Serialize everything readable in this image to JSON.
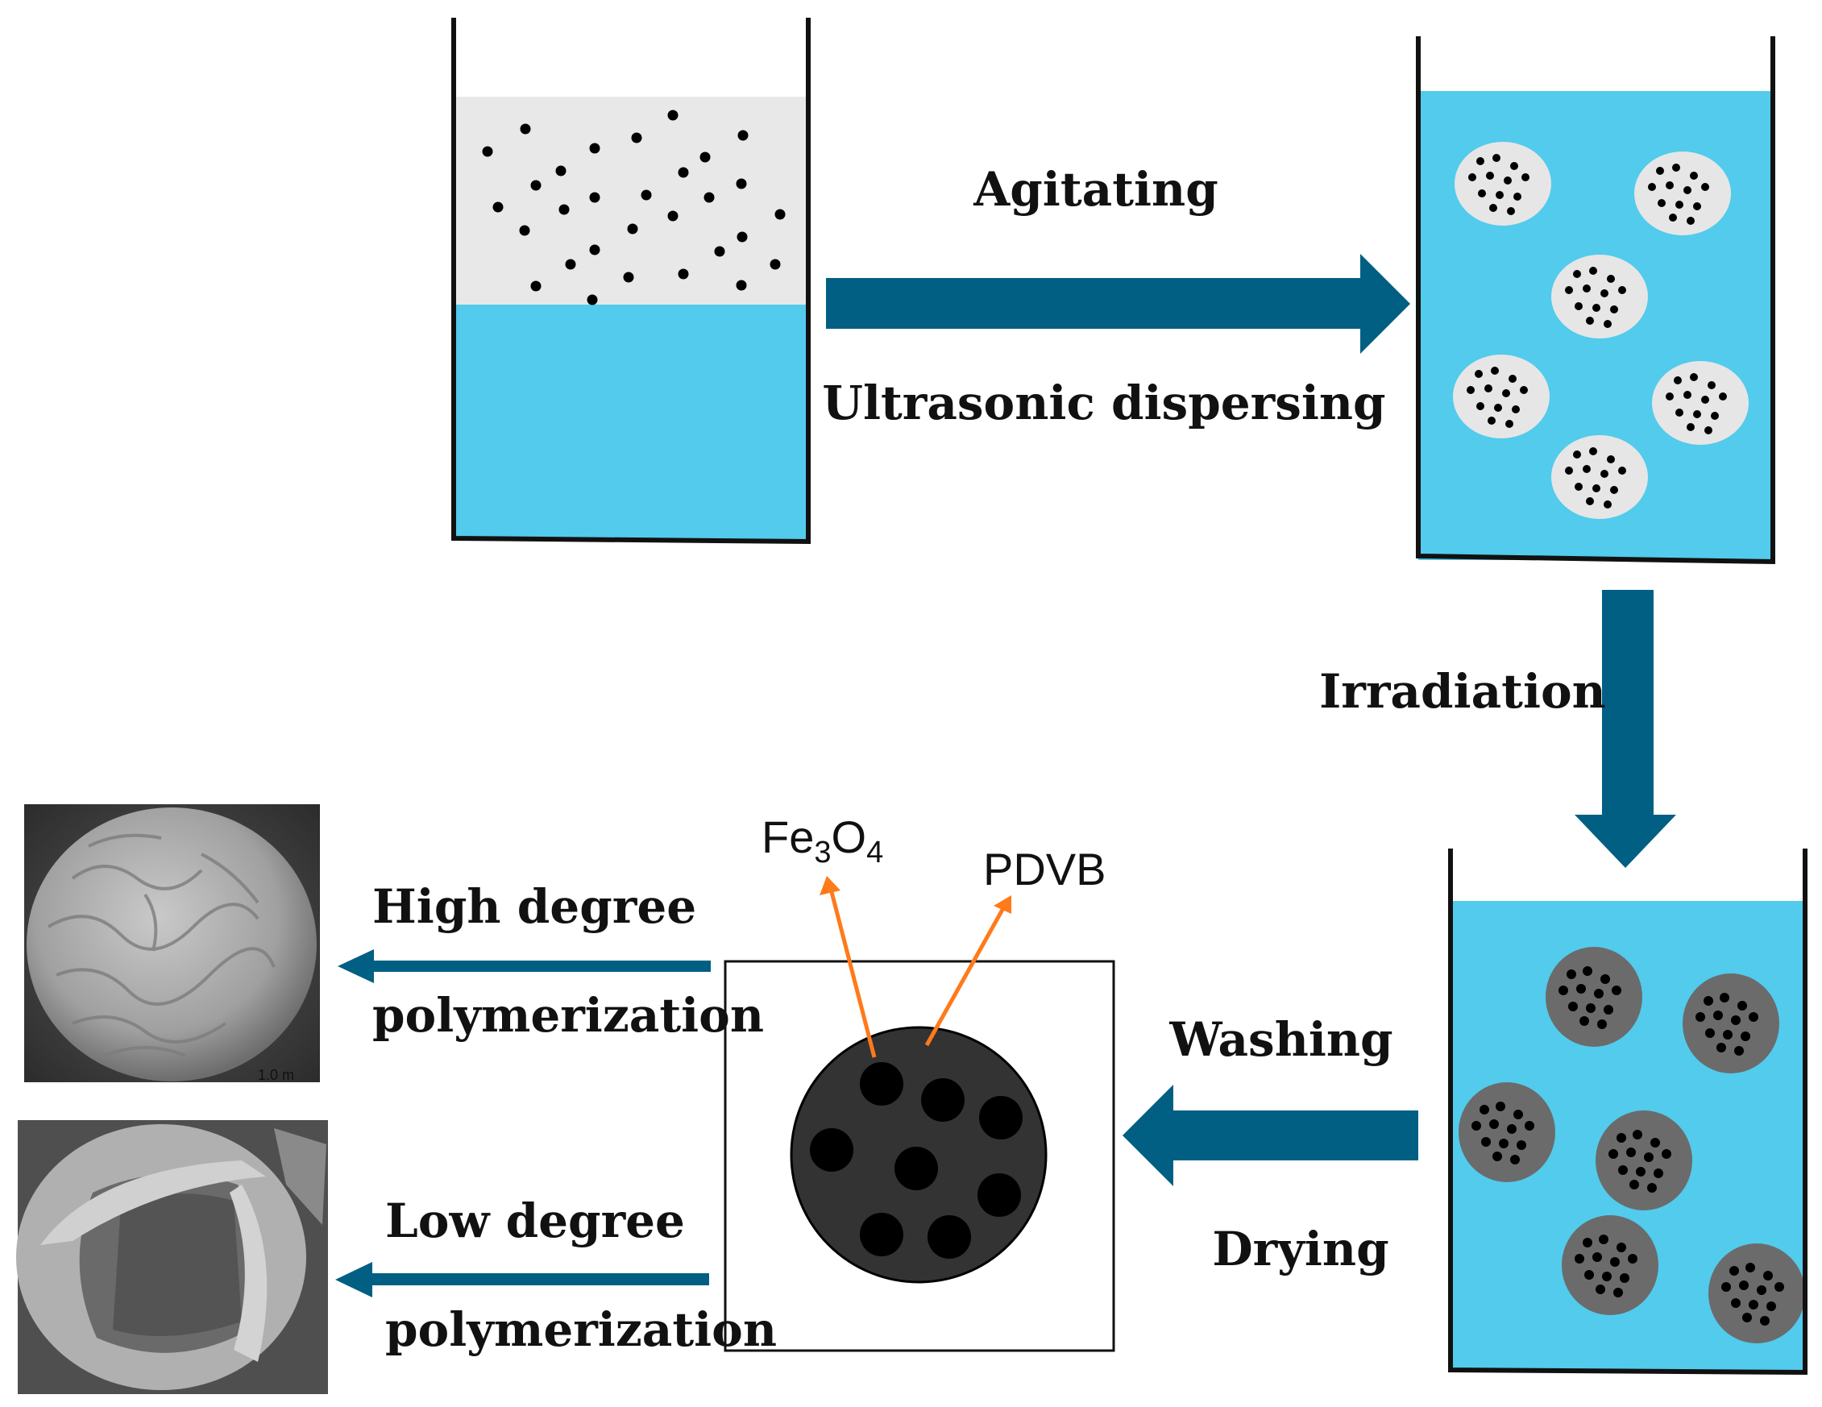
{
  "labels": {
    "agitating": "Agitating",
    "ultrasonic": "Ultrasonic dispersing",
    "irradiation": "Irradiation",
    "washing": "Washing",
    "drying": "Drying",
    "high_1": "High degree",
    "high_2": "polymerization",
    "low_1": "Low degree",
    "low_2": "polymerization",
    "fe3o4_main1": "Fe",
    "fe3o4_sub1": "3",
    "fe3o4_main2": "O",
    "fe3o4_sub2": "4",
    "pdvb": "PDVB",
    "scale_bar": "1.0 m"
  },
  "colors": {
    "water": "#52cbec",
    "oil_phase": "#e8e8e8",
    "arrow": "#005f82",
    "pointer": "#ff7a1a",
    "droplet_light": "#e6e6e6",
    "droplet_dark": "#6b6b6b",
    "microsphere": "#333333",
    "particle": "#000000"
  },
  "icons": {
    "sem_high": "wrinkled-microsphere-sem-photo",
    "sem_low": "hollow-microsphere-sem-photo"
  }
}
